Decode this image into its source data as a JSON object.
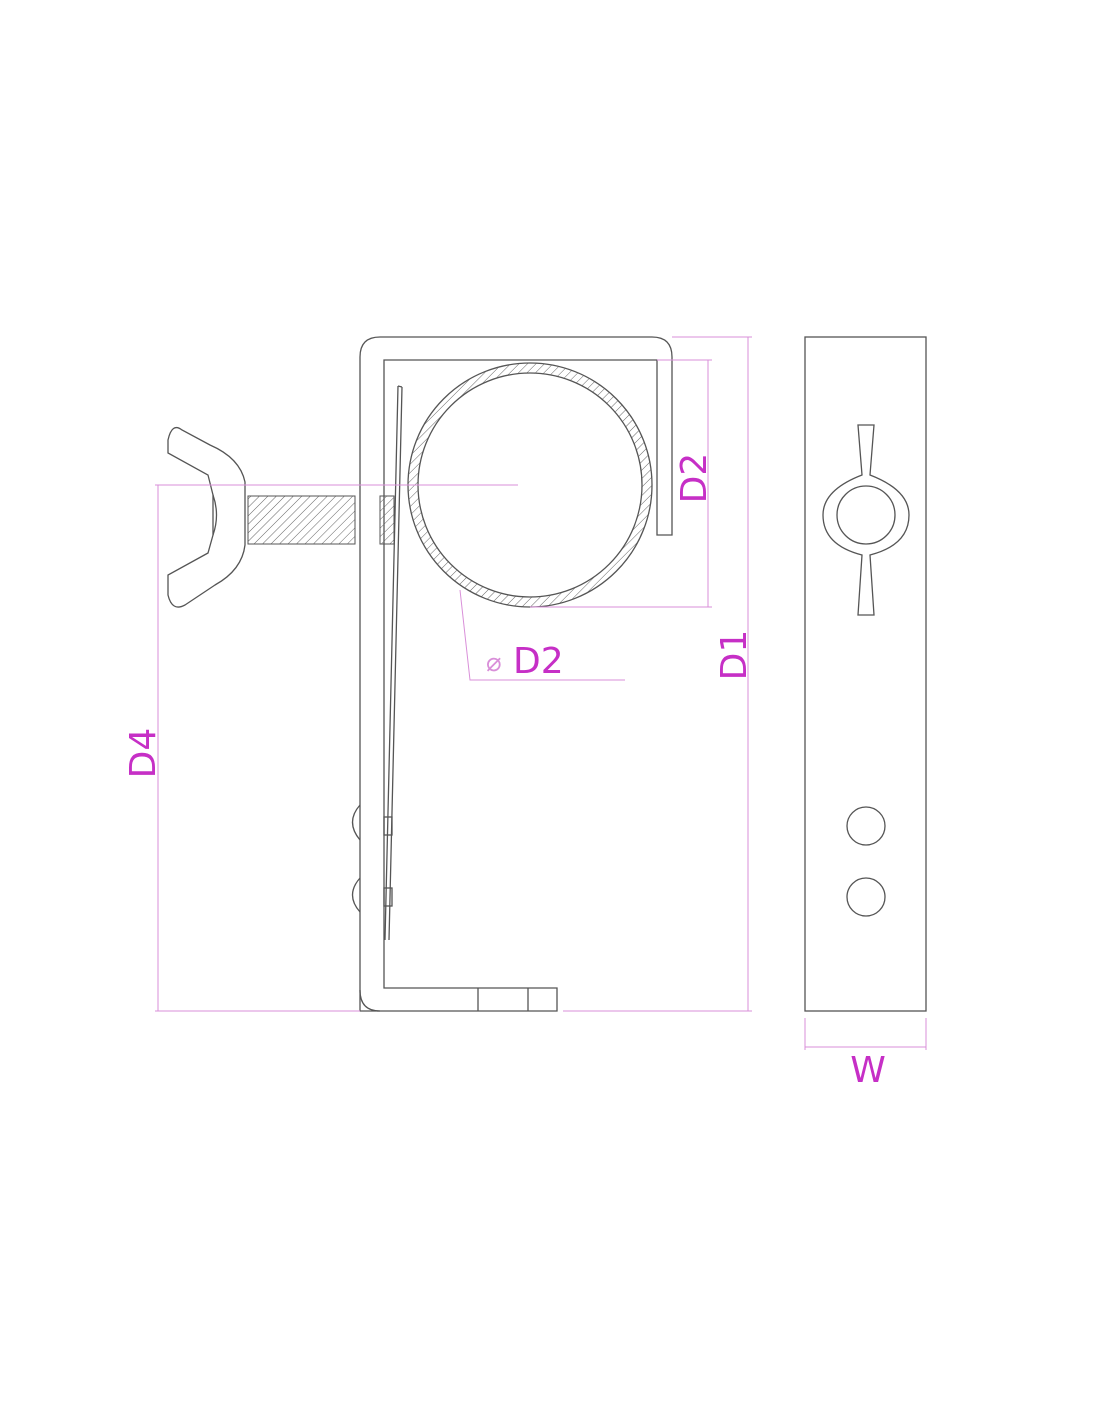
{
  "labels": {
    "pipe_height": "D2",
    "pipe_diameter_symbol": "⌀",
    "pipe_diameter": "D2",
    "total_height": "D1",
    "bolt_height": "D4",
    "width": "W"
  },
  "colors": {
    "dimension": "#c62fc6",
    "line": "#555555"
  }
}
